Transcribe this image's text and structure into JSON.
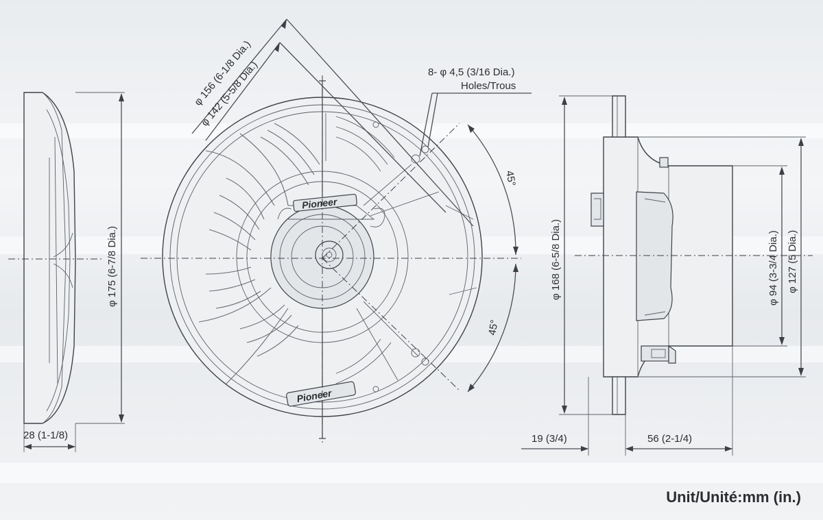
{
  "labels": {
    "dia156": "φ 156 (6-1/8 Dia.)",
    "dia142": "φ 142 (5-5/8 Dia.)",
    "holes_line1": "8- φ 4,5 (3/16 Dia.)",
    "holes_line2": "Holes/Trous",
    "angle_top": "45°",
    "angle_bottom": "45°",
    "dia175": "φ 175 (6-7/8 Dia.)",
    "depth28": "28 (1-1/8)",
    "dia168": "φ 168 (6-5/8 Dia.)",
    "dia94": "φ 94 (3-3/4 Dia.)",
    "dia127": "φ 127 (5 Dia.)",
    "depth19": "19 (3/4)",
    "depth56": "56 (2-1/4)",
    "brand_top": "Pioneer",
    "brand_bottom": "Pioneer",
    "unit": "Unit/Unité:mm (in.)"
  }
}
